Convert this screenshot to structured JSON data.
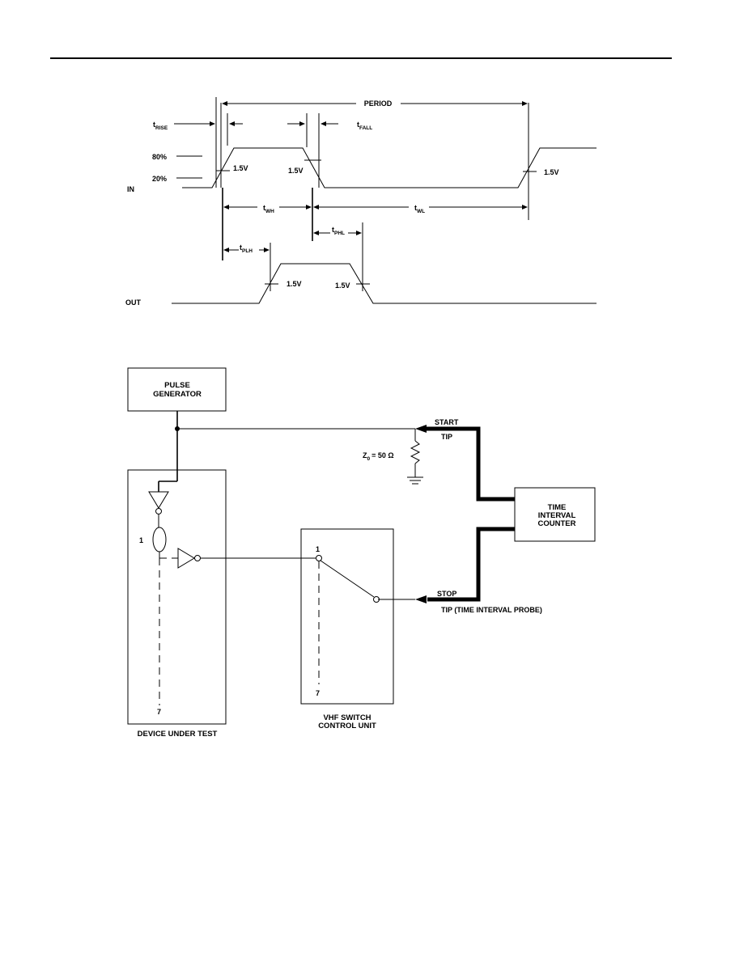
{
  "timing": {
    "period": "PERIOD",
    "t_rise": "t",
    "t_rise_sub": "RISE",
    "t_fall": "t",
    "t_fall_sub": "FALL",
    "level_high": "80%",
    "level_low": "20%",
    "in_label": "IN",
    "out_label": "OUT",
    "v_in_rise": "1.5V",
    "v_in_fall": "1.5V",
    "v_in_rise2": "1.5V",
    "v_out_rise": "1.5V",
    "v_out_fall": "1.5V",
    "t_wh": "t",
    "t_wh_sub": "WH",
    "t_wl": "t",
    "t_wl_sub": "WL",
    "t_plh": "t",
    "t_plh_sub": "PLH",
    "t_phl": "t",
    "t_phl_sub": "PHL"
  },
  "circuit": {
    "pulse_generator": [
      "PULSE",
      "GENERATOR"
    ],
    "start": "START",
    "tip_start": "TIP",
    "z0": "Z",
    "z0_sub": "0",
    "z0_value": "= 50 Ω",
    "time_interval_counter": [
      "TIME",
      "INTERVAL",
      "COUNTER"
    ],
    "stop": "STOP",
    "tip_probe": "TIP (TIME INTERVAL PROBE)",
    "dut_pin_top": "1",
    "dut_pin_bottom": "7",
    "switch_pin_top": "1",
    "switch_pin_bottom": "7",
    "device_under_test": "DEVICE UNDER TEST",
    "vhf_switch": [
      "VHF SWITCH",
      "CONTROL UNIT"
    ]
  }
}
